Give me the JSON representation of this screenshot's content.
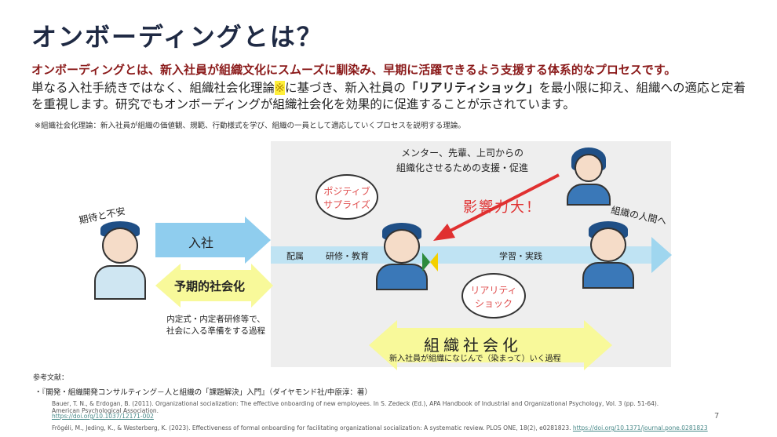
{
  "title": "オンボーディングとは？",
  "lead": "オンボーディングとは、新入社員が組織文化にスムーズに馴染み、早期に活躍できるよう支援する体系的なプロセスです。",
  "body": {
    "p1": "単なる入社手続きではなく、組織社会化理論",
    "mark": "※",
    "p2": "に基づき、新入社員の",
    "quote": "「リアリティショック」",
    "p3": "を最小限に抑え、組織への適応と定着を重視します。研究でもオンボーディングが組織社会化を効果的に促進することが示されています。"
  },
  "note": "※組織社会化理論：新入社員が組織の価値観、規範、行動様式を学び、組織の一員として適応していくプロセスを説明する理論。",
  "diagram": {
    "kitai": "期待と不安",
    "nyusha": "入社",
    "yokiteki": "予期的社会化",
    "yokiteki_sub1": "内定式・内定者研修等で、",
    "yokiteki_sub2": "社会に入る準備をする過程",
    "band": {
      "haizoku": "配属",
      "kenshu": "研修・教育",
      "gakushu": "学習・実践"
    },
    "positive1": "ポジティブ",
    "positive2": "サプライズ",
    "mentor1": "メンター、先輩、上司からの",
    "mentor2": "組織化させるための支援・促進",
    "impact": "影響力大！",
    "reality1": "リアリティ",
    "reality2": "ショック",
    "ningen": "組織の人間へ",
    "soshiki": "組織社会化",
    "soshiki_sub": "新入社員が組織になじんで（染まって）いく過程"
  },
  "refs": {
    "heading": "参考文献：",
    "r1": "・『開発・組織開発コンサルティング－人と組織の「課題解決」入門』（ダイヤモンド社/中原淳：著）",
    "r2": "Bauer, T. N., & Erdogan, B. (2011). Organizational socialization: The effective onboarding of new employees. In S. Zedeck (Ed.), APA Handbook of Industrial and Organizational Psychology, Vol. 3 (pp. 51-64). American Psychological Association.",
    "r2link": "https://doi.org/10.1037/12171-002",
    "r3": "Frögéli, M., Jeding, K., & Westerberg, K. (2023). Effectiveness of formal onboarding for facilitating organizational socialization: A systematic review. PLOS ONE, 18(2), e0281823.",
    "r3link": "https://doi.org/10.1371/journal.pone.0281823"
  },
  "page": "7"
}
